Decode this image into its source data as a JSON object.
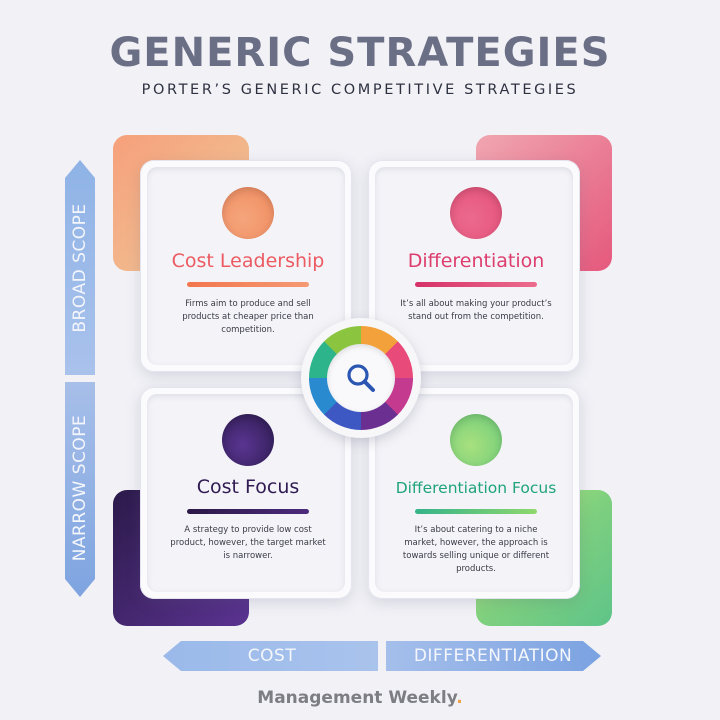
{
  "header": {
    "title": "GENERIC STRATEGIES",
    "subtitle": "PORTER’S GENERIC COMPETITIVE STRATEGIES"
  },
  "axes": {
    "vertical_top": "BROAD SCOPE",
    "vertical_bottom": "NARROW SCOPE",
    "horizontal_left": "COST",
    "horizontal_right": "DIFFERENTIATION"
  },
  "quadrants": [
    {
      "title": "Cost Leadership",
      "description": "Firms aim to produce and sell products at cheaper price than competition.",
      "color": "#ec5a62"
    },
    {
      "title": "Differentiation",
      "description": "It’s all about making your product’s stand out from the competition.",
      "color": "#dd3e6e"
    },
    {
      "title": "Cost Focus",
      "description": "A strategy to provide low cost product, however, the target market is narrower.",
      "color": "#2f1a52"
    },
    {
      "title": "Differentiation Focus",
      "description": "It’s about catering to a niche market, however, the approach is towards selling unique or different products.",
      "color": "#1ea37a"
    }
  ],
  "center_icon": "search-icon",
  "footer": {
    "brand": "Management Weekly",
    "dot": "."
  }
}
